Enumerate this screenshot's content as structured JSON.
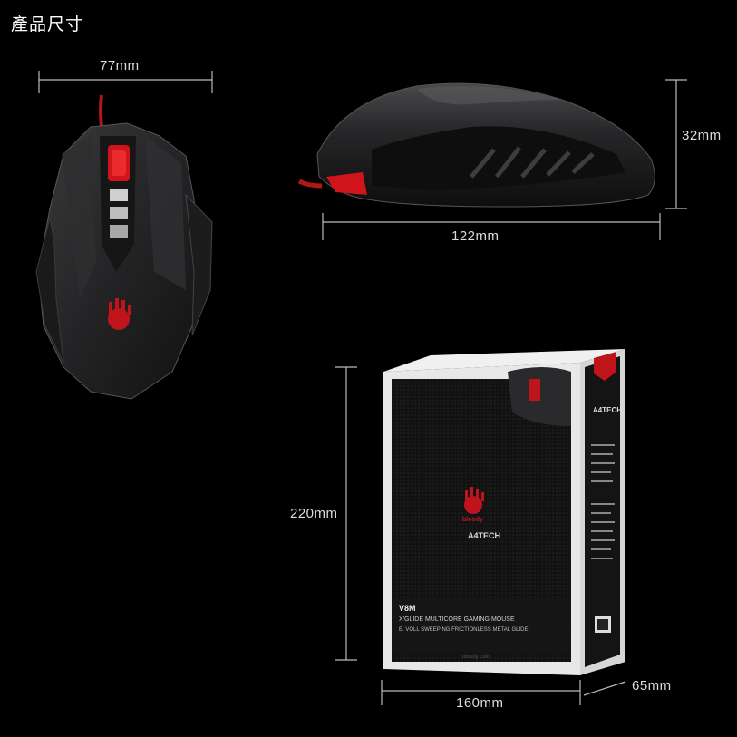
{
  "title": "產品尺寸",
  "dimensions": {
    "top_width": "77mm",
    "side_height": "32mm",
    "side_length": "122mm",
    "box_height": "220mm",
    "box_width": "160mm",
    "box_depth": "65mm"
  },
  "box_text": {
    "model": "V8M",
    "line1": "X'GLIDE MULTICORE GAMING MOUSE",
    "line2": "E. VOLL SWEEPING FRICTIONLESS METAL GLIDE",
    "url": "bloody.com",
    "brand": "A4TECH",
    "logo": "bloody"
  },
  "colors": {
    "background": "#000000",
    "accent": "#d0141c",
    "mouse_body": "#2a2a2c"
  }
}
